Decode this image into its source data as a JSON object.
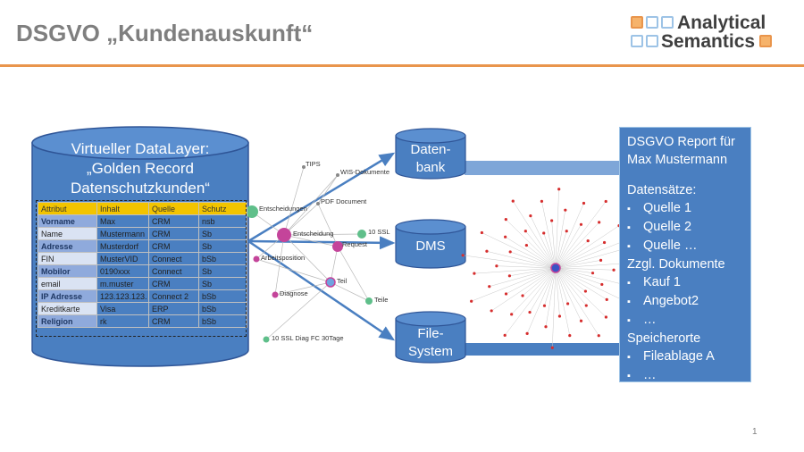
{
  "title": "DSGVO „Kundenauskunft“",
  "logo": {
    "line1": "Analytical",
    "line2": "Semantics"
  },
  "datalayer": {
    "line1": "Virtueller DataLayer:",
    "line2": "„Golden Record",
    "line3": "Datenschutzkunden“",
    "headers": [
      "Attribut",
      "Inhalt",
      "Quelle",
      "Schutz"
    ],
    "rows": [
      [
        "Vorname",
        "Max",
        "CRM",
        "nsb"
      ],
      [
        "Name",
        "Mustermann",
        "CRM",
        "Sb"
      ],
      [
        "Adresse",
        "Musterdorf",
        "CRM",
        "Sb"
      ],
      [
        "FIN",
        "MusterVID",
        "Connect",
        "bSb"
      ],
      [
        "Mobilor",
        "0190xxx",
        "Connect",
        "Sb"
      ],
      [
        "email",
        "m.muster",
        "CRM",
        "Sb"
      ],
      [
        "IP Adresse",
        "123.123.123.",
        "Connect 2",
        "bSb"
      ],
      [
        "Kreditkarte",
        "Visa",
        "ERP",
        "bSb"
      ],
      [
        "Religion",
        "rk",
        "CRM",
        "bSb"
      ]
    ]
  },
  "sources": {
    "db_line1": "Daten-",
    "db_line2": "bank",
    "dms": "DMS",
    "fs_line1": "File-",
    "fs_line2": "System"
  },
  "graph_labels": {
    "tips": "TIPS",
    "wis": "WIS-Dokumente",
    "pdf": "PDF Document",
    "entscheidungen": "Entscheidungen",
    "entscheidung": "Entscheidung",
    "ssl": "10 SSL",
    "request": "Request",
    "arbeitsposition": "Arbeitsposition",
    "teil": "Teil",
    "diagnose": "Diagnose",
    "teile": "Teile",
    "ssl_diag": "10 SSL Diag FC 30Tage"
  },
  "report": {
    "title1": "DSGVO Report für",
    "title2": "Max Mustermann",
    "datensaetze": "Datensätze:",
    "quellen": [
      "Quelle 1",
      "Quelle 2",
      "Quelle …"
    ],
    "zzgl": "Zzgl. Dokumente",
    "dokumente": [
      "Kauf 1",
      "Angebot2",
      "…"
    ],
    "speicherorte": "Speicherorte",
    "orte": [
      "Fileablage A",
      "…"
    ]
  },
  "page_number": "1",
  "colors": {
    "accent": "#e9954c",
    "blue": "#4a7fc1",
    "header_yellow": "#f2c400"
  }
}
